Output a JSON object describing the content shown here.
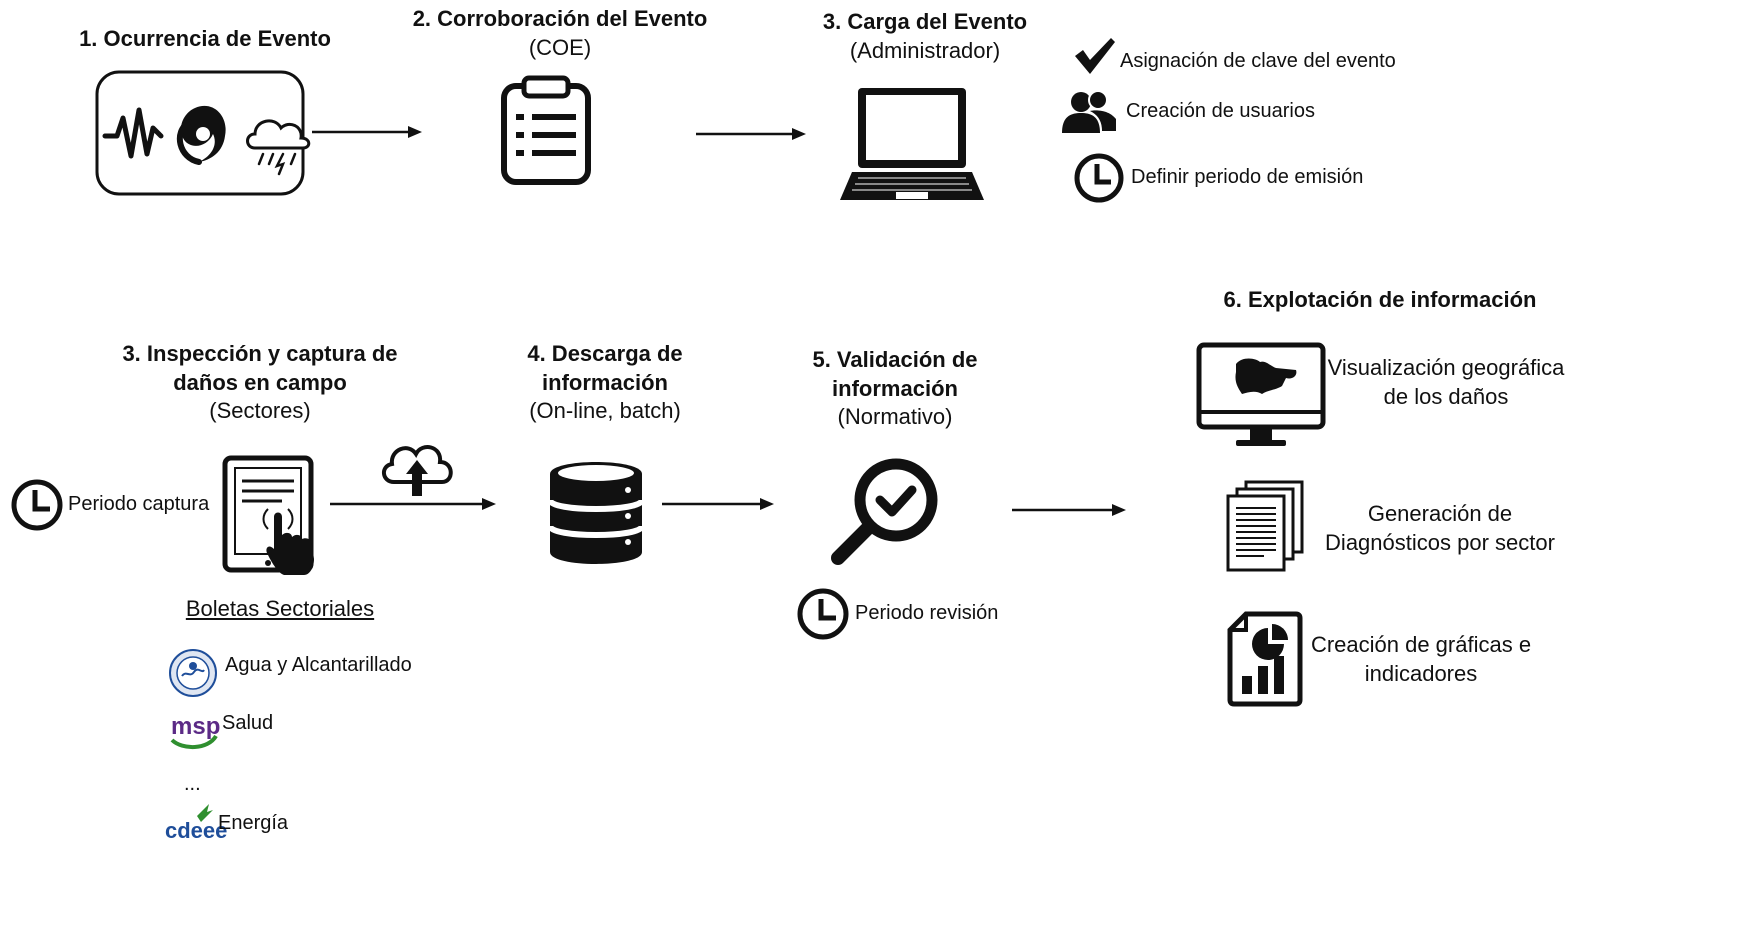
{
  "colors": {
    "ink": "#111111",
    "accent_green": "#2f8f2f",
    "accent_purple": "#5b2a86",
    "accent_blue": "#1f4e9a"
  },
  "step1": {
    "title": "1. Ocurrencia de Evento"
  },
  "step2": {
    "title": "2. Corroboración del Evento",
    "subtitle": "(COE)"
  },
  "step3": {
    "title": "3. Carga del Evento",
    "subtitle": "(Administrador)"
  },
  "admin_tasks": [
    {
      "icon": "checkmark-icon",
      "label": "Asignación de clave del evento"
    },
    {
      "icon": "users-icon",
      "label": "Creación de usuarios"
    },
    {
      "icon": "clock-icon",
      "label": "Definir periodo de emisión"
    }
  ],
  "step3b": {
    "title_line1": "3. Inspección y captura de",
    "title_line2": "daños en campo",
    "subtitle": "(Sectores)"
  },
  "capture_period": "Periodo captura",
  "forms": {
    "heading": "Boletas Sectoriales",
    "items": [
      {
        "logo": "inapa-logo",
        "label": "Agua y Alcantarillado"
      },
      {
        "logo": "msp-logo",
        "logo_text": "msp",
        "label": "Salud"
      },
      {
        "ellipsis": "..."
      },
      {
        "logo": "cdeee-logo",
        "logo_text": "cdeee",
        "label": "Energía"
      }
    ]
  },
  "step4": {
    "title_line1": "4. Descarga de",
    "title_line2": "información",
    "subtitle": "(On-line, batch)"
  },
  "step5": {
    "title_line1": "5. Validación de",
    "title_line2": "información",
    "subtitle": "(Normativo)"
  },
  "review_period": "Periodo revisión",
  "step6": {
    "title": "6. Explotación de información",
    "outputs": [
      {
        "icon": "monitor-map-icon",
        "line1": "Visualización geográfica",
        "line2": "de los daños"
      },
      {
        "icon": "documents-icon",
        "line1": "Generación de",
        "line2": "Diagnósticos por sector"
      },
      {
        "icon": "report-chart-icon",
        "line1": "Creación de gráficas e",
        "line2": "indicadores"
      }
    ]
  }
}
